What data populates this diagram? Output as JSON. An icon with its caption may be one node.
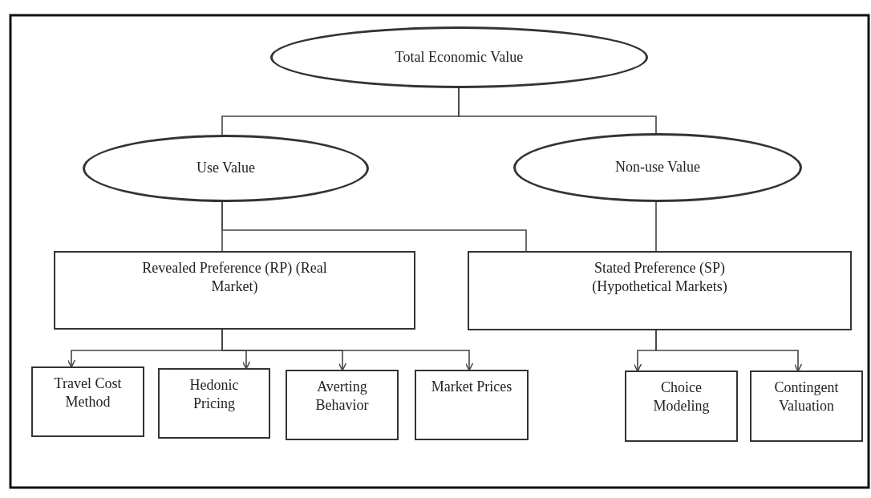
{
  "diagram": {
    "nodes": [
      {
        "text": [
          "Total Economic Value"
        ]
      },
      {
        "text": [
          "Use Value"
        ]
      },
      {
        "text": [
          "Non-use Value"
        ]
      },
      {
        "text": [
          "Revealed Preference (RP) (Real Market)"
        ]
      },
      {
        "text": [
          "Stated Preference (SP) (Hypothetical Markets)"
        ]
      },
      {
        "text": [
          "Travel Cost Method"
        ]
      },
      {
        "text": [
          "Hedonic Pricing"
        ]
      },
      {
        "text": [
          "Averting Behavior"
        ]
      },
      {
        "text": [
          "Market Prices"
        ]
      },
      {
        "text": [
          "Choice Modeling"
        ]
      },
      {
        "text": [
          "Contingent Valuation"
        ]
      }
    ],
    "edges": [
      {
        "from": 0,
        "to": 1,
        "arrow": "none"
      },
      {
        "from": 0,
        "to": 2,
        "arrow": "none"
      },
      {
        "from": 1,
        "to": 3,
        "arrow": "none"
      },
      {
        "from": 1,
        "to": 4,
        "arrow": "none"
      },
      {
        "from": 2,
        "to": 4,
        "arrow": "none"
      },
      {
        "from": 3,
        "to": 5,
        "arrow": "to"
      },
      {
        "from": 3,
        "to": 6,
        "arrow": "to"
      },
      {
        "from": 3,
        "to": 7,
        "arrow": "to"
      },
      {
        "from": 3,
        "to": 8,
        "arrow": "to"
      },
      {
        "from": 4,
        "to": 9,
        "arrow": "to"
      },
      {
        "from": 4,
        "to": 10,
        "arrow": "to"
      }
    ]
  }
}
